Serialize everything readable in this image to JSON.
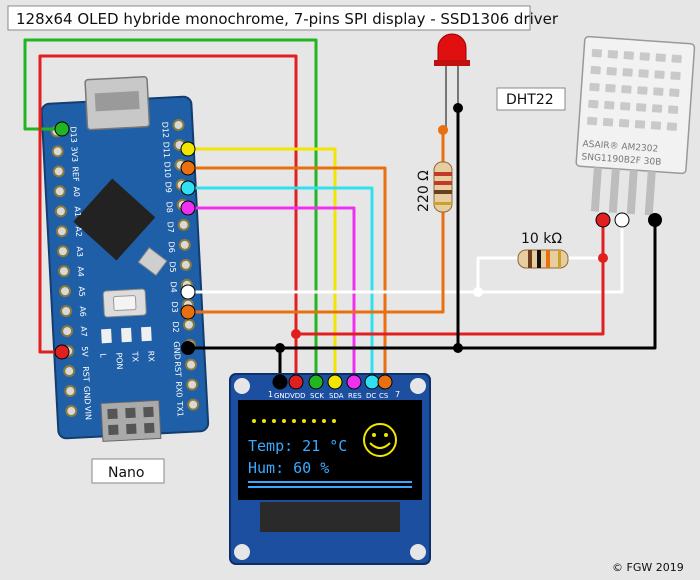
{
  "title": "128x64 OLED hybride monochrome, 7-pins  SPI display - SSD1306 driver",
  "labels": {
    "dht": "DHT22",
    "nano": "Nano",
    "resistor_led": "220 Ω",
    "resistor_pullup": "10 kΩ",
    "copyright": "© FGW 2019",
    "sensor_brand": "ASAIR® AM2302",
    "sensor_serial": "SNG1190B2F 30B"
  },
  "oled": {
    "pins": [
      "GND",
      "VDD",
      "SCK",
      "SDA",
      "RES",
      "DC",
      "CS"
    ],
    "pin_number_left": "1",
    "pin_number_right": "7",
    "line1": "Temp: 21 °C",
    "line2": "Hum:  60 %"
  },
  "nano": {
    "left_pins": [
      "D13",
      "3V3",
      "REF",
      "A0",
      "A1",
      "A2",
      "A3",
      "A4",
      "A5",
      "A6",
      "A7",
      "5V",
      "RST",
      "GND",
      "VIN"
    ],
    "right_pins": [
      "D12",
      "D11",
      "D10",
      "D9",
      "D8",
      "D7",
      "D6",
      "D5",
      "D4",
      "D3",
      "D2",
      "GND",
      "RST",
      "RX0",
      "TX1"
    ],
    "leds": [
      "L",
      "PON",
      "TX",
      "RX"
    ]
  },
  "colors": {
    "background": "#e6e6e6",
    "pcb": "#1f5fa8",
    "oled_pcb": "#1d4fa0",
    "wire_green": "#22b522",
    "wire_red": "#e02020",
    "wire_yellow": "#f0e600",
    "wire_orange": "#e87010",
    "wire_cyan": "#30e0f0",
    "wire_magenta": "#f030f0",
    "wire_white": "#ffffff",
    "wire_black": "#000000",
    "oled_text": "#3aa8ff"
  }
}
